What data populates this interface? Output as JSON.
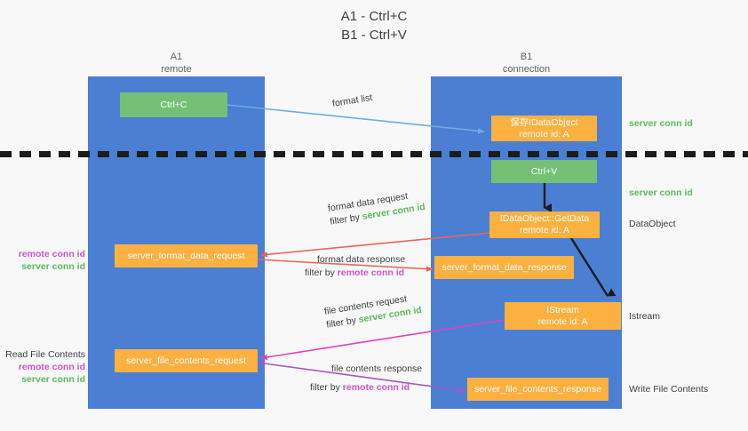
{
  "title": {
    "line1": "A1 - Ctrl+C",
    "line2": "B1 - Ctrl+V"
  },
  "lanes": [
    {
      "id": "a1",
      "name": "A1",
      "role": "remote",
      "color": "#4a7fd4"
    },
    {
      "id": "b1",
      "name": "B1",
      "role": "connection",
      "color": "#4a7fd4"
    }
  ],
  "colors": {
    "lane": "#4a7fd4",
    "green_box": "#74c176",
    "orange_box": "#fbb040",
    "server_conn_id": "#5cb85f",
    "remote_conn_id": "#cc55cc",
    "format_list_arrow": "#6aaee0",
    "format_data_arrow": "#e8665a",
    "file_contents_request_arrow": "#e040c0",
    "file_contents_response_arrow": "#a855c8",
    "black_arrow": "#1c1c1c",
    "divider": "#1c1c1c"
  },
  "boxes": {
    "ctrl_c": {
      "line1": "Ctrl+C",
      "line2": "",
      "style": "green"
    },
    "save_dataobj": {
      "line1": "保存IDataObject",
      "line2": "remote id: A",
      "style": "orange"
    },
    "ctrl_v": {
      "line1": "Ctrl+V",
      "line2": "",
      "style": "green"
    },
    "getdata": {
      "line1": "IDataObject::GetData",
      "line2": "remote id: A",
      "style": "orange"
    },
    "fmt_req": {
      "line1": "server_format_data_request",
      "line2": "",
      "style": "orange"
    },
    "fmt_resp": {
      "line1": "server_format_data_response",
      "line2": "",
      "style": "orange"
    },
    "istream": {
      "line1": "IStream",
      "line2": "remote id: A",
      "style": "orange"
    },
    "file_req": {
      "line1": "server_file_contents_request",
      "line2": "",
      "style": "orange"
    },
    "file_resp": {
      "line1": "server_file_contents_response",
      "line2": "",
      "style": "orange"
    }
  },
  "right_labels": {
    "server_conn_id_1": "server conn id",
    "server_conn_id_2": "server conn id",
    "dataobject": "DataObject",
    "istream": "Istream",
    "write_file_contents": "Write File Contents"
  },
  "left_labels": {
    "remote_conn_id_1": "remote conn id",
    "server_conn_id_1": "server conn id",
    "read_file_contents": "Read File Contents",
    "remote_conn_id_2": "remote conn id",
    "server_conn_id_2": "server conn id"
  },
  "arrow_labels": {
    "format_list": {
      "text": "format list"
    },
    "format_data_request": {
      "line1": "format data request",
      "filter_prefix": "filter by ",
      "filter_value": "server conn id"
    },
    "format_data_response": {
      "line1": "format data response",
      "filter_prefix": "filter by ",
      "filter_value": "remote conn id"
    },
    "file_contents_request": {
      "line1": "file contents request",
      "filter_prefix": "filter by ",
      "filter_value": "server conn id"
    },
    "file_contents_response": {
      "line1": "file contents response",
      "filter_prefix": "filter by ",
      "filter_value": "remote conn id"
    }
  }
}
